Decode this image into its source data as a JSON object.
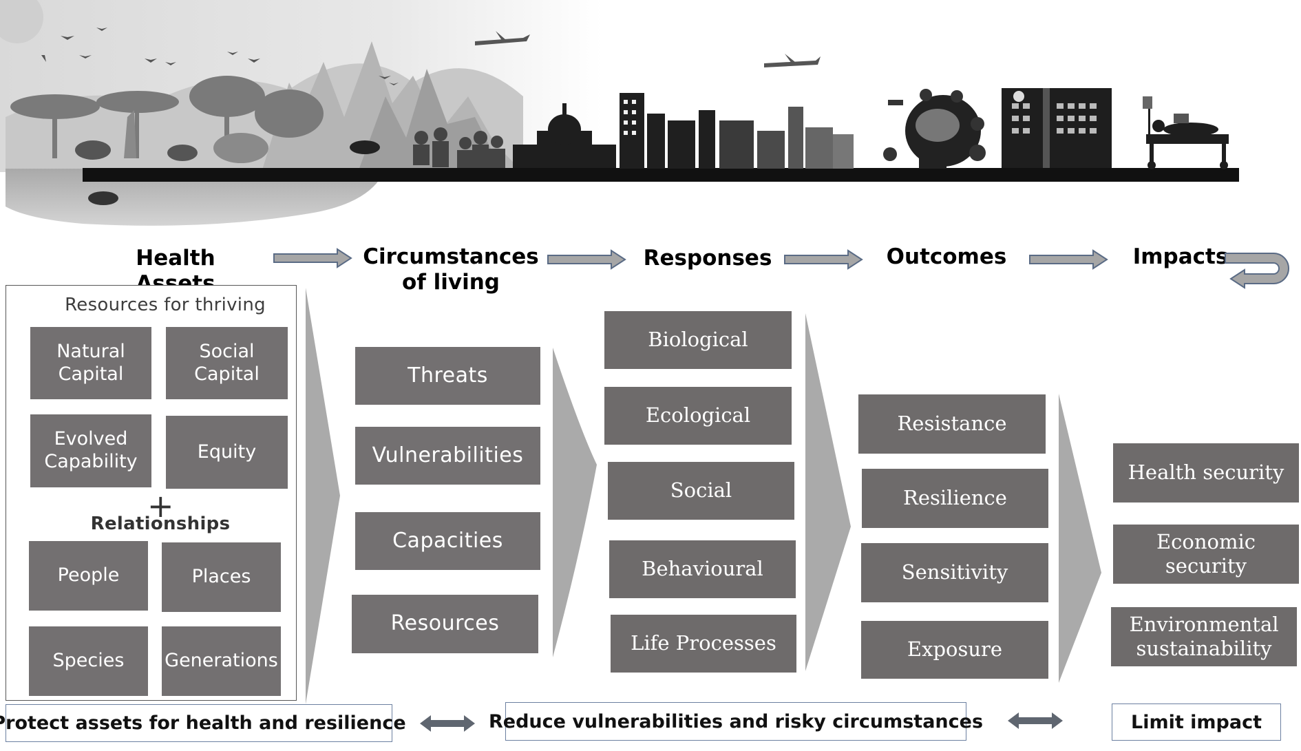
{
  "headers": {
    "health_assets": "Health Assets",
    "circumstances_line1": "Circumstances",
    "circumstances_line2": "of living",
    "responses": "Responses",
    "outcomes": "Outcomes",
    "impacts": "Impacts"
  },
  "health_assets_panel": {
    "title": "Resources for thriving",
    "plus": "+",
    "relationships": "Relationships",
    "resources": [
      {
        "line1": "Natural",
        "line2": "Capital"
      },
      {
        "line1": "Social",
        "line2": "Capital"
      },
      {
        "line1": "Evolved",
        "line2": "Capability"
      },
      {
        "line1": "Equity",
        "line2": ""
      }
    ],
    "relationship_items": [
      "People",
      "Places",
      "Species",
      "Generations"
    ]
  },
  "circumstances": [
    "Threats",
    "Vulnerabilities",
    "Capacities",
    "Resources"
  ],
  "responses": [
    "Biological",
    "Ecological",
    "Social",
    "Behavioural",
    "Life Processes"
  ],
  "outcomes": [
    "Resistance",
    "Resilience",
    "Sensitivity",
    "Exposure"
  ],
  "impacts": [
    {
      "line1": "Health security",
      "line2": ""
    },
    {
      "line1": "Economic",
      "line2": "security"
    },
    {
      "line1": "Environmental",
      "line2": "sustainability"
    }
  ],
  "bottom_actions": {
    "protect": "Protect assets for health and resilience",
    "reduce": "Reduce vulnerabilities and risky circumstances",
    "limit": "Limit impact"
  },
  "icons": [
    "landscape-illustration",
    "right-arrow-icon",
    "return-arrow-icon",
    "chevron-icon",
    "double-arrow-icon",
    "airplane-icon",
    "bird-icon",
    "hospital-icon",
    "brain-icon",
    "patient-bed-icon"
  ],
  "colors": {
    "box_fill": "#737071",
    "chevron_fill": "#aaaaaa",
    "arrow_fill": "#a6a6a6",
    "bottom_border": "#6b7fa0",
    "double_arrow": "#5f6670"
  }
}
